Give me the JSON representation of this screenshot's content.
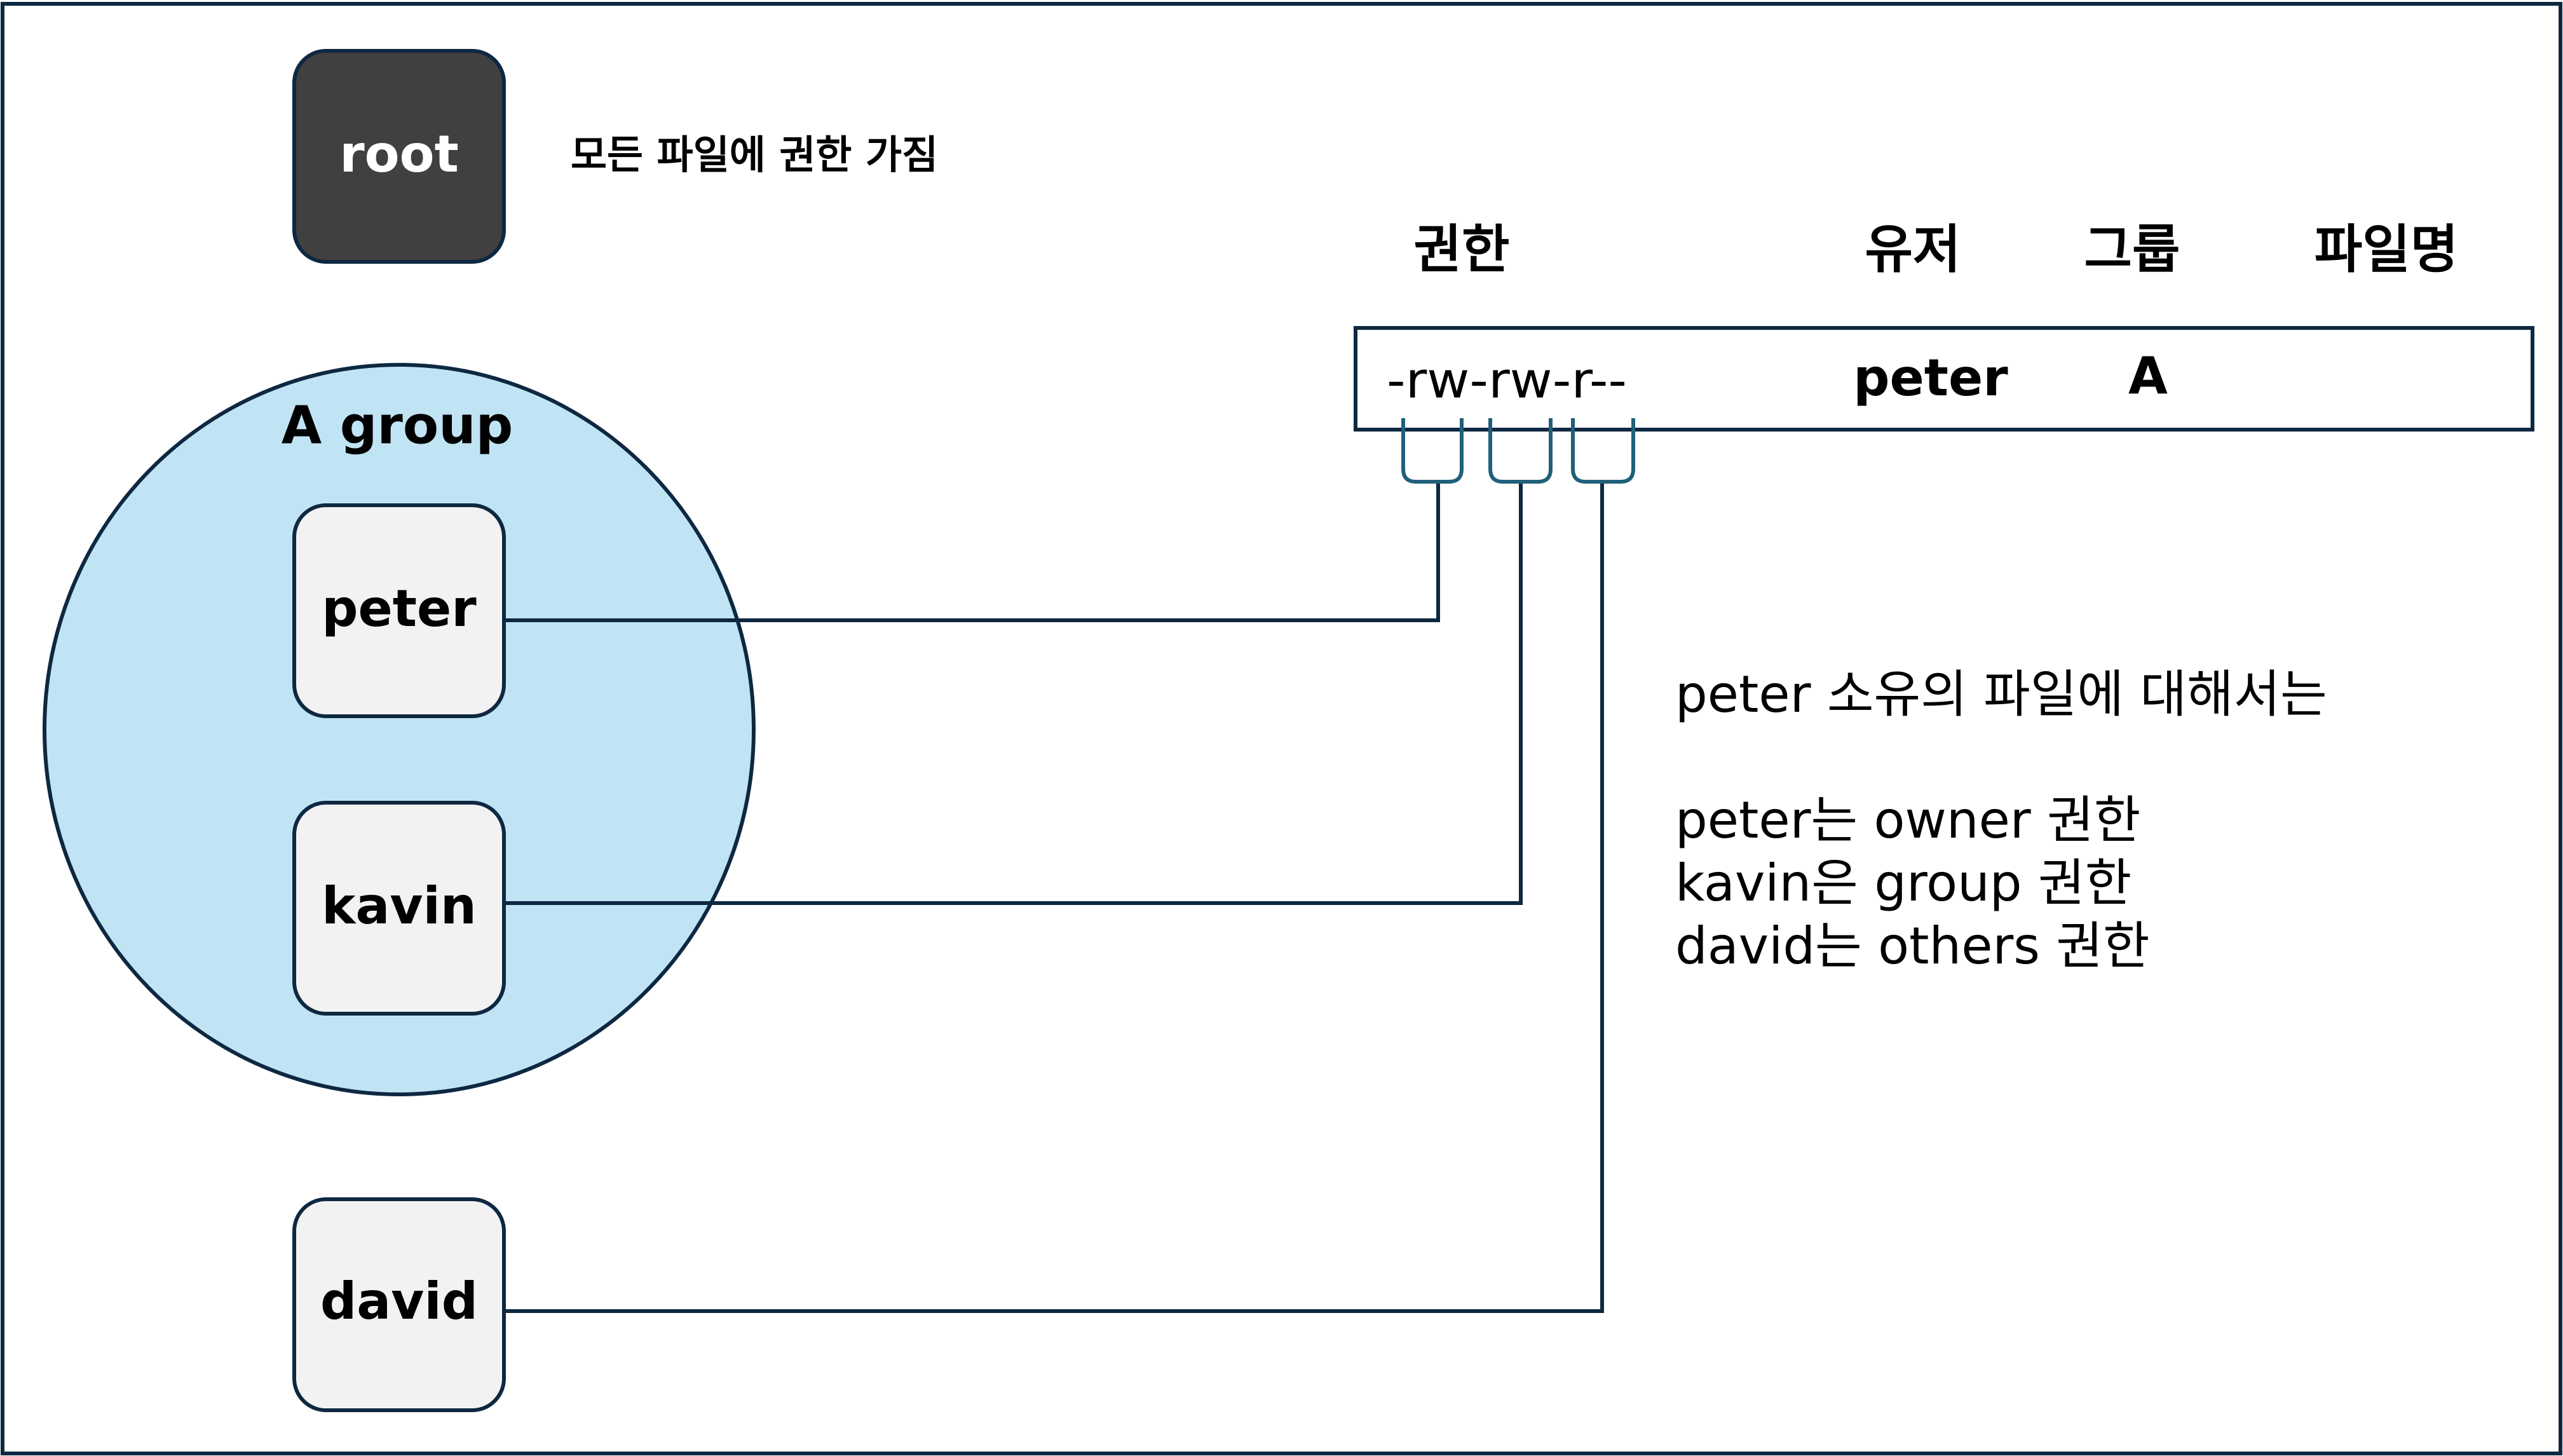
{
  "root": {
    "label": "root",
    "description": "모든 파일에 권한 가짐"
  },
  "group": {
    "label": "A group",
    "members": [
      "peter",
      "kavin"
    ]
  },
  "others_user": "david",
  "file_listing": {
    "headers": {
      "permission": "권한",
      "user": "유저",
      "group": "그룹",
      "filename": "파일명"
    },
    "row": {
      "permission": "-rw-rw-r--",
      "user": "peter",
      "group": "A",
      "filename": ""
    }
  },
  "explanation": {
    "title": "peter 소유의 파일에 대해서는",
    "lines": [
      "peter는 owner 권한",
      "kavin은 group 권한",
      "david는 others 권한"
    ]
  },
  "colors": {
    "root_fill": "#404040",
    "user_fill": "#f2f2f2",
    "group_fill": "#c1e4f5",
    "line": "#0e2841",
    "bracket": "#215f7a"
  }
}
